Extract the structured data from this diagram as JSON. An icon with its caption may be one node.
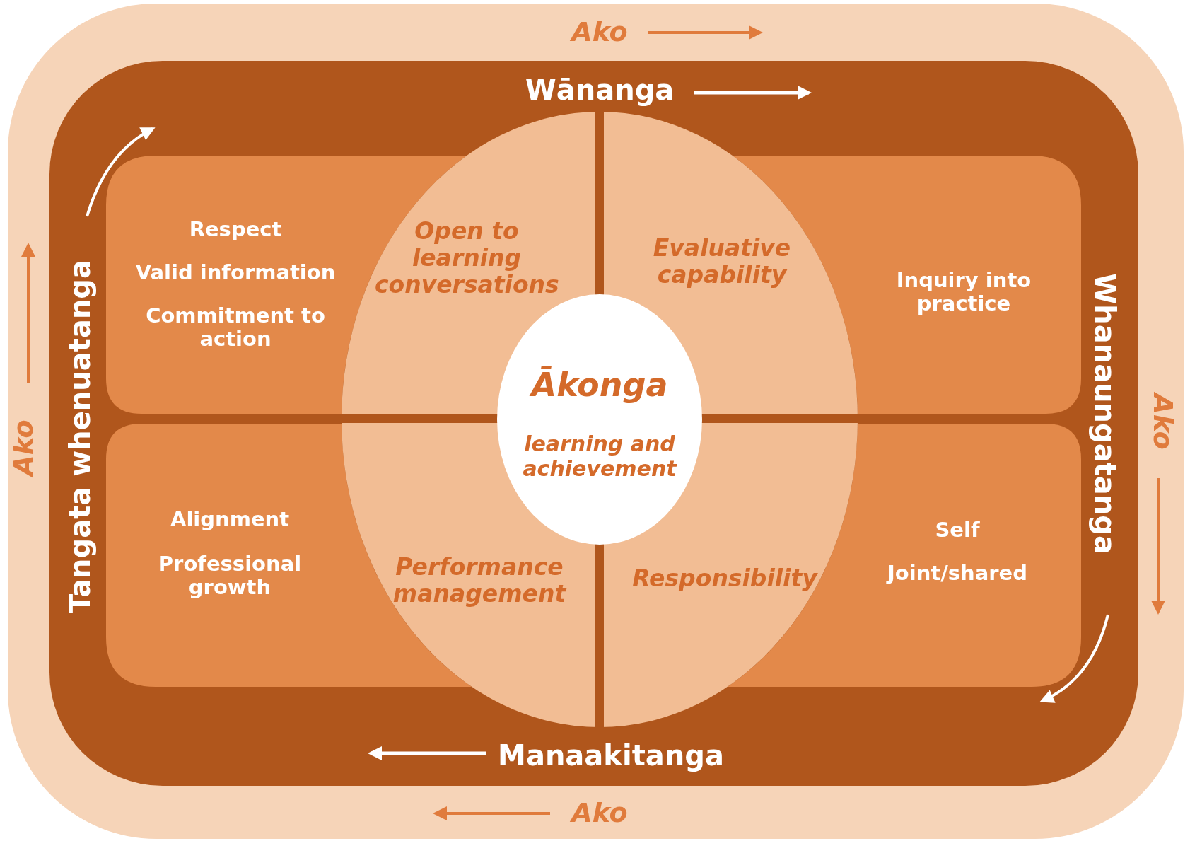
{
  "diagram": {
    "nodes": [
      {
        "text": [
          "Ako",
          "Ako",
          "Ako",
          "Ako"
        ]
      },
      {
        "text": [
          "Wānanga",
          "Whanaungatanga",
          "Manaakitanga",
          "Tangata whenuatanga"
        ],
        "in": 0
      },
      {
        "text": [
          "Respect",
          "Valid information",
          "Commitment to action"
        ],
        "in": 1
      },
      {
        "text": [
          "Open to learning conversations"
        ],
        "in": 1
      },
      {
        "text": [
          "Evaluative capability"
        ],
        "in": 1
      },
      {
        "text": [
          "Inquiry into practice"
        ],
        "in": 1
      },
      {
        "text": [
          "Ākonga",
          "learning and achievement"
        ],
        "in": 1
      },
      {
        "text": [
          "Alignment",
          "Professional growth"
        ],
        "in": 1
      },
      {
        "text": [
          "Performance management"
        ],
        "in": 1
      },
      {
        "text": [
          "Responsibility"
        ],
        "in": 1
      },
      {
        "text": [
          "Self",
          "Joint/shared"
        ],
        "in": 1
      }
    ]
  }
}
